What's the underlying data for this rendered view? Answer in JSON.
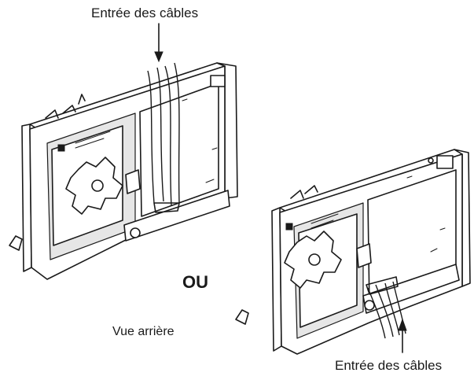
{
  "labels": {
    "cable_entry_top": "Entrée des câbles",
    "or_text": "OU",
    "rear_view": "Vue arrière",
    "cable_entry_bottom": "Entrée des câbles"
  },
  "figures": [
    {
      "name": "back-box-top-cable-entry",
      "cable_entry": "top"
    },
    {
      "name": "back-box-bottom-cable-entry",
      "cable_entry": "bottom"
    }
  ],
  "colors": {
    "line": "#1a1a1a",
    "background": "#ffffff",
    "shade": "#e6e6e6"
  }
}
